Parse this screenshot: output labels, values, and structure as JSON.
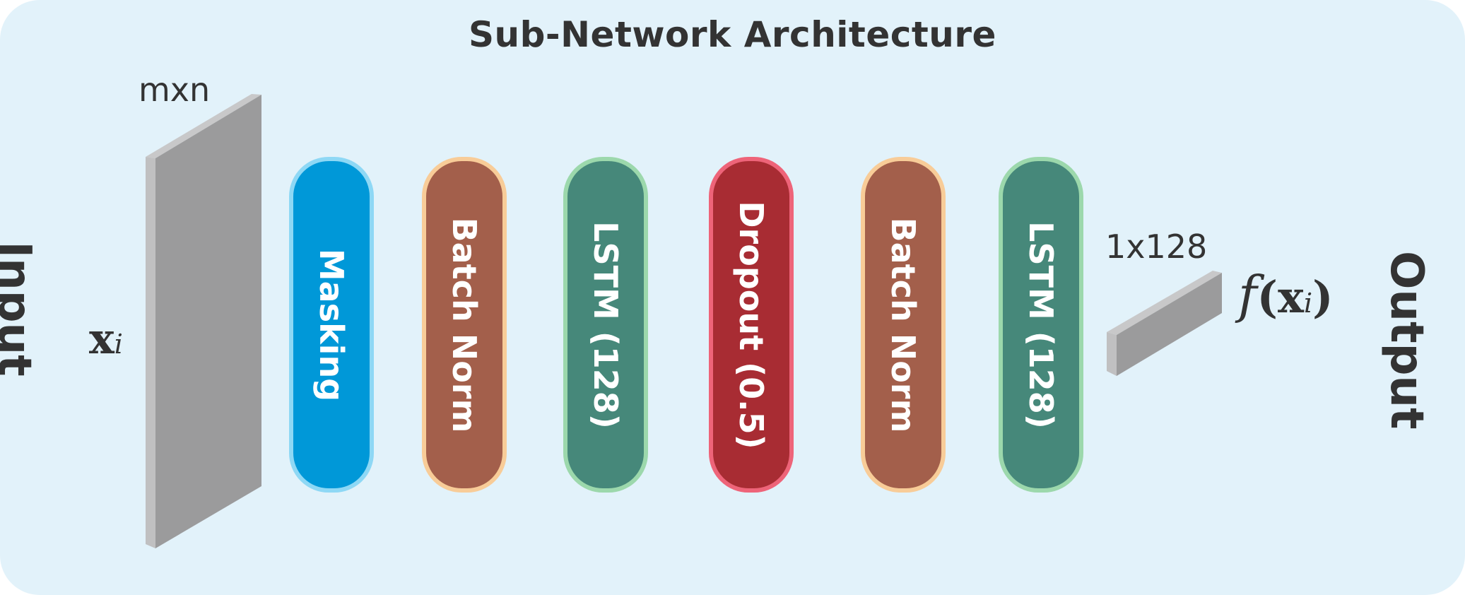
{
  "title": "Sub-Network Architecture",
  "input": {
    "label": "Input",
    "symbol": "x",
    "subscript": "i",
    "dims": "mxn"
  },
  "output": {
    "label": "Output",
    "func": "f",
    "symbol": "x",
    "subscript": "i",
    "dims": "1x128"
  },
  "layers": [
    {
      "label": "Masking",
      "fill": "#0098d8",
      "border": "#8ed8f5"
    },
    {
      "label": "Batch Norm",
      "fill": "#a35f4b",
      "border": "#f8cc98"
    },
    {
      "label": "LSTM (128)",
      "fill": "#46887a",
      "border": "#9cd8ac"
    },
    {
      "label": "Dropout (0.5)",
      "fill": "#a82c33",
      "border": "#ee6479"
    },
    {
      "label": "Batch Norm",
      "fill": "#a35f4b",
      "border": "#f8cc98"
    },
    {
      "label": "LSTM (128)",
      "fill": "#46887a",
      "border": "#9cd8ac"
    }
  ],
  "colors": {
    "background": "#e2f2fa",
    "text": "#333333",
    "slab_front": "#9b9b9c",
    "slab_side": "#c8c8c9"
  }
}
